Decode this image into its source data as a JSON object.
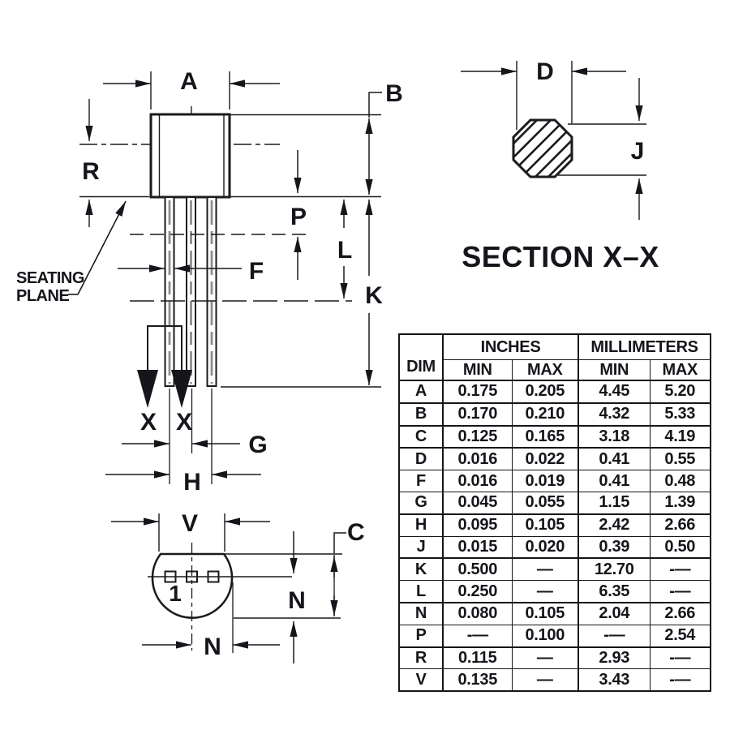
{
  "labels": {
    "front": {
      "a": "A",
      "b": "B",
      "r": "R",
      "p": "P",
      "l": "L",
      "k": "K",
      "f": "F",
      "g": "G",
      "h": "H",
      "x_left": "X",
      "x_right": "X",
      "seating_line1": "SEATING",
      "seating_line2": "PLANE"
    },
    "bottom": {
      "v": "V",
      "c": "C",
      "n_side": "N",
      "n_bottom": "N",
      "pin1": "1"
    },
    "section": {
      "d": "D",
      "j": "J",
      "title": "SECTION X–X"
    }
  },
  "table": {
    "group_headers": {
      "dim": "DIM",
      "inches": "INCHES",
      "millimeters": "MILLIMETERS"
    },
    "col_headers": {
      "in_min": "MIN",
      "in_max": "MAX",
      "mm_min": "MIN",
      "mm_max": "MAX"
    },
    "rows": [
      [
        "A",
        "0.175",
        "0.205",
        "4.45",
        "5.20"
      ],
      [
        "B",
        "0.170",
        "0.210",
        "4.32",
        "5.33"
      ],
      [
        "C",
        "0.125",
        "0.165",
        "3.18",
        "4.19"
      ],
      [
        "D",
        "0.016",
        "0.022",
        "0.41",
        "0.55"
      ],
      [
        "F",
        "0.016",
        "0.019",
        "0.41",
        "0.48"
      ],
      [
        "G",
        "0.045",
        "0.055",
        "1.15",
        "1.39"
      ],
      [
        "H",
        "0.095",
        "0.105",
        "2.42",
        "2.66"
      ],
      [
        "J",
        "0.015",
        "0.020",
        "0.39",
        "0.50"
      ],
      [
        "K",
        "0.500",
        "—",
        "12.70",
        "-—"
      ],
      [
        "L",
        "0.250",
        "—",
        "6.35",
        "-—"
      ],
      [
        "N",
        "0.080",
        "0.105",
        "2.04",
        "2.66"
      ],
      [
        "P",
        "-—",
        "0.100",
        "-—",
        "2.54"
      ],
      [
        "R",
        "0.115",
        "—",
        "2.93",
        "-—"
      ],
      [
        "V",
        "0.135",
        "—",
        "3.43",
        "-—"
      ]
    ]
  }
}
